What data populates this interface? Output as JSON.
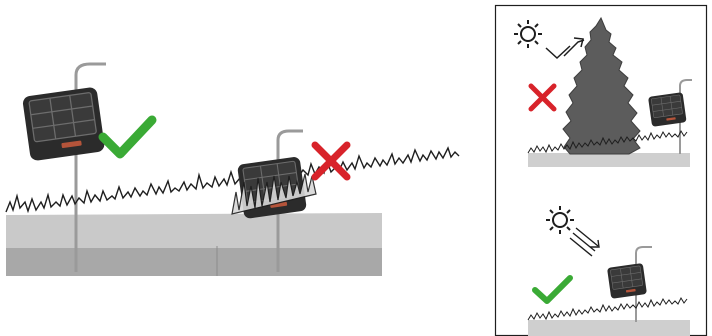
{
  "colors": {
    "check": "#3aaa35",
    "cross": "#d8232a",
    "ground": "#c9c9c9",
    "ground_dark": "#a8a8a8",
    "panel": "#2b2b2b",
    "tree": "#5c5c5c",
    "pole": "#9a9a9a"
  },
  "icons": [
    "solar-charger-icon",
    "check-icon",
    "cross-icon",
    "sun-icon",
    "tree-icon",
    "grass-icon"
  ],
  "scenes": {
    "main_left": {
      "verdict": "correct",
      "description_icon": "check-icon"
    },
    "main_right": {
      "verdict": "incorrect",
      "description_icon": "cross-icon"
    },
    "side_top": {
      "verdict": "incorrect",
      "description_icon": "cross-icon"
    },
    "side_bottom": {
      "verdict": "correct",
      "description_icon": "check-icon"
    }
  }
}
